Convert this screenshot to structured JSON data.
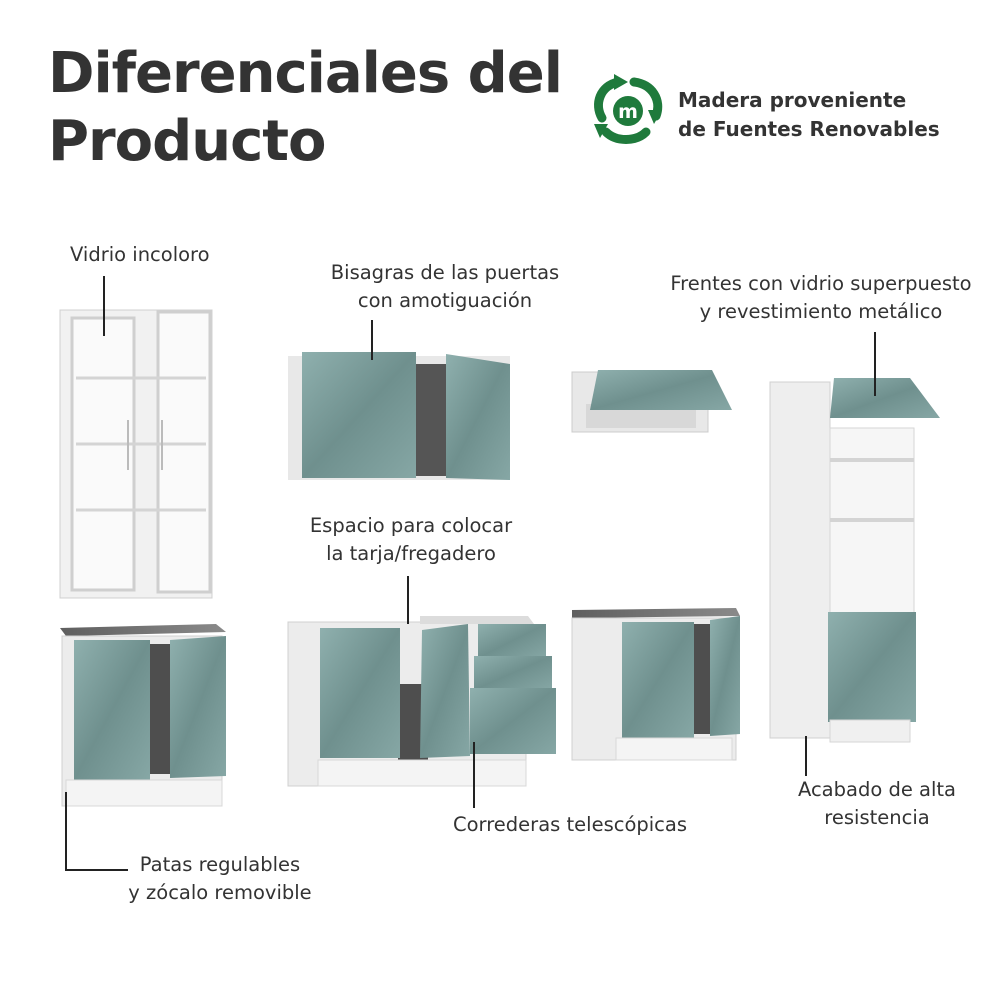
{
  "header": {
    "title_line1": "Diferenciales del",
    "title_line2": "Producto"
  },
  "eco_badge": {
    "icon": "recycle-m-icon",
    "icon_letter": "m",
    "line1": "Madera proveniente",
    "line2": "de Fuentes Renovables",
    "color": "#1f7a3c"
  },
  "callouts": {
    "glass": {
      "line1": "Vidrio incoloro"
    },
    "hinges": {
      "line1": "Bisagras de las puertas",
      "line2": "con amotiguación"
    },
    "fronts": {
      "line1": "Frentes con vidrio superpuesto",
      "line2": "y revestimiento metálico"
    },
    "sink": {
      "line1": "Espacio para colocar",
      "line2": "la tarja/fregadero"
    },
    "finish": {
      "line1": "Acabado de alta",
      "line2": "resistencia"
    },
    "slides": {
      "line1": "Correderas telescópicas"
    },
    "legs": {
      "line1": "Patas regulables",
      "line2": "y zócalo removible"
    }
  },
  "colors": {
    "door": "#7a9a98",
    "carcass": "#e6e6e6",
    "countertop": "#6e6e6e",
    "text": "#333333"
  }
}
